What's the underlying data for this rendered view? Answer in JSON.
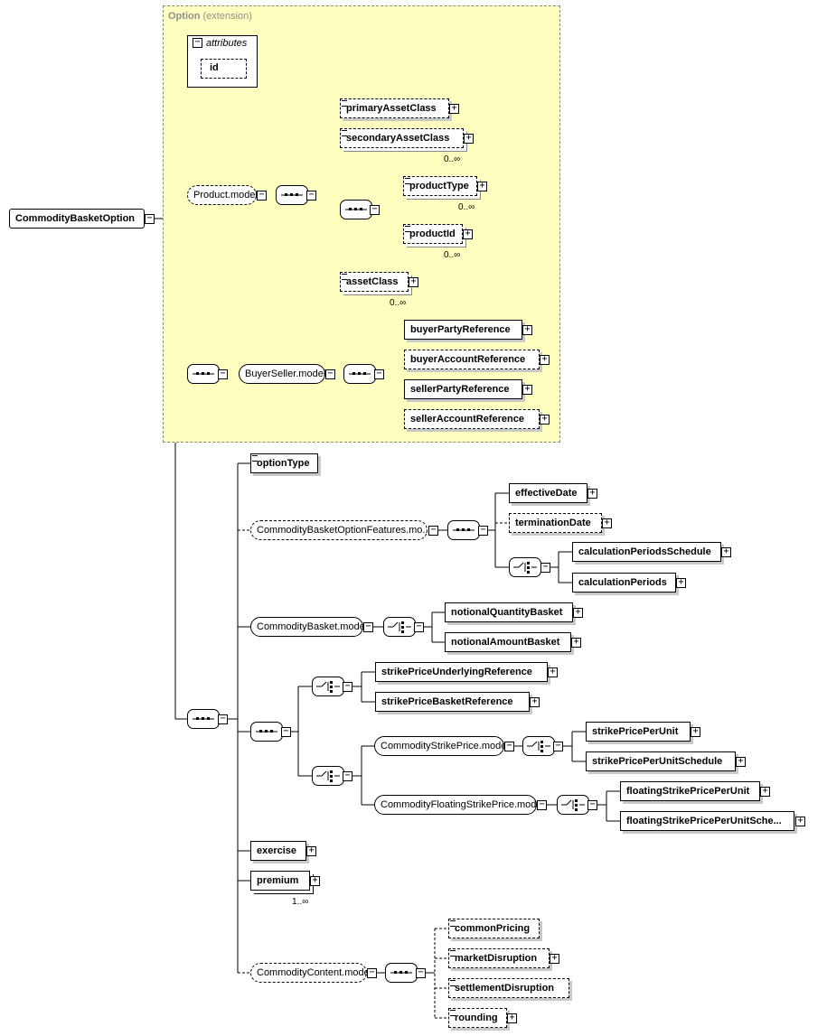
{
  "extension": {
    "name": "Option",
    "kind": "(extension)"
  },
  "attributes": {
    "title": "attributes",
    "id": "id"
  },
  "root": "CommodityBasketOption",
  "product_model": {
    "label": "Product.model",
    "primaryAssetClass": "primaryAssetClass",
    "secondaryAssetClass": "secondaryAssetClass",
    "secondaryAssetClass_card": "0..∞",
    "productType": "productType",
    "productType_card": "0..∞",
    "productId": "productId",
    "productId_card": "0..∞",
    "assetClass": "assetClass",
    "assetClass_card": "0..∞"
  },
  "buyer_seller_model": {
    "label": "BuyerSeller.model",
    "buyerPartyReference": "buyerPartyReference",
    "buyerAccountReference": "buyerAccountReference",
    "sellerPartyReference": "sellerPartyReference",
    "sellerAccountReference": "sellerAccountReference"
  },
  "optionType": "optionType",
  "features_model": {
    "label": "CommodityBasketOptionFeatures.mo...",
    "effectiveDate": "effectiveDate",
    "terminationDate": "terminationDate",
    "calculationPeriodsSchedule": "calculationPeriodsSchedule",
    "calculationPeriods": "calculationPeriods"
  },
  "basket_model": {
    "label": "CommodityBasket.model",
    "notionalQuantityBasket": "notionalQuantityBasket",
    "notionalAmountBasket": "notionalAmountBasket"
  },
  "strike": {
    "strikePriceUnderlyingReference": "strikePriceUnderlyingReference",
    "strikePriceBasketReference": "strikePriceBasketReference",
    "strike_model": "CommodityStrikePrice.model",
    "strikePricePerUnit": "strikePricePerUnit",
    "strikePricePerUnitSchedule": "strikePricePerUnitSchedule",
    "floating_model": "CommodityFloatingStrikePrice.model",
    "floatingStrikePricePerUnit": "floatingStrikePricePerUnit",
    "floatingStrikePricePerUnitSchedule": "floatingStrikePricePerUnitSche..."
  },
  "exercise": "exercise",
  "premium": "premium",
  "premium_card": "1..∞",
  "content_model": {
    "label": "CommodityContent.model",
    "commonPricing": "commonPricing",
    "marketDisruption": "marketDisruption",
    "settlementDisruption": "settlementDisruption",
    "rounding": "rounding"
  },
  "toggles": {
    "collapse": "−",
    "expand": "+"
  }
}
